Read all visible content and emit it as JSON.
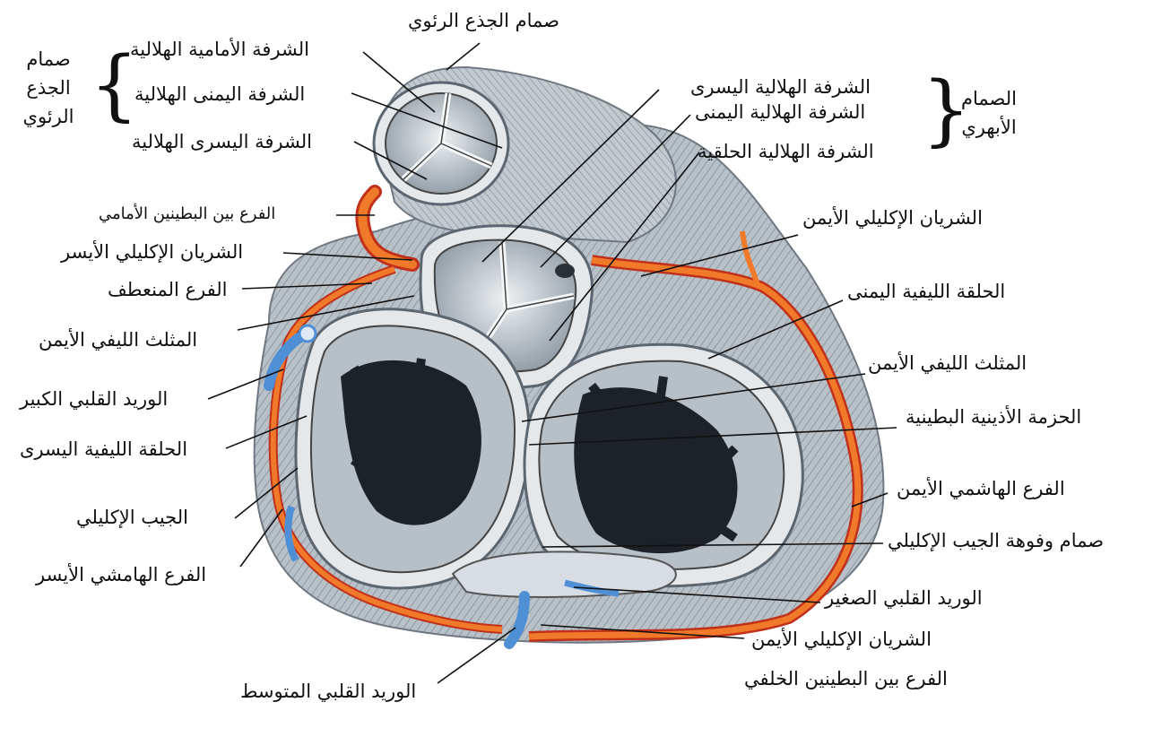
{
  "labels": {
    "pulm_valve_title": "صمام الجذع الرئوي",
    "pulm_valve_side": [
      "صمام",
      "الجذع",
      "الرئوي"
    ],
    "pulm_anterior": "الشرفة الأمامية الهلالية",
    "pulm_right": "الشرفة اليمنى الهلالية",
    "pulm_left": "الشرفة اليسرى الهلالية",
    "aortic_left": "الشرفة الهلالية اليسرى",
    "aortic_right": "الشرفة الهلالية اليمنى",
    "aortic_posterior": "الشرفة الهلالية الحلقية",
    "aortic_valve": [
      "الصمام",
      "الأبهري"
    ],
    "ant_interventricular": "الفرع بين البطينين الأمامي",
    "left_coronary": "الشريان الإكليلي الأيسر",
    "circumflex": "الفرع المنعطف",
    "left_fibrous_trigone": "المثلث الليفي الأيمن",
    "great_cardiac_vein": "الوريد القلبي الكبير",
    "left_fibrous_ring": "الحلقة الليفية اليسرى",
    "coronary_sinus": "الجيب الإكليلي",
    "left_marginal": "الفرع الهامشي الأيسر",
    "middle_cardiac_vein": "الوريد القلبي المتوسط",
    "right_coronary_top": "الشريان الإكليلي الأيمن",
    "right_fibrous_ring": "الحلقة الليفية اليمنى",
    "right_fibrous_trigone": "المثلث الليفي الأيمن",
    "av_bundle": "الحزمة الأذينية البطينية",
    "right_marginal": "الفرع الهاشمي الأيمن",
    "cs_valve": "صمام وفوهة الجيب الإكليلي",
    "small_cardiac_vein": "الوريد القلبي الصغير",
    "right_coronary_bottom": "الشريان الإكليلي الأيمن",
    "post_interventricular": "الفرع بين البطينين الخلفي"
  },
  "colors": {
    "artery": "#f07a2a",
    "artery_edge": "#c0301a",
    "vein": "#4f8fd6",
    "tissue": "#9aa4ad",
    "tissue_light": "#dfe4e8",
    "cavity": "#1d2228",
    "leader": "#111111"
  }
}
